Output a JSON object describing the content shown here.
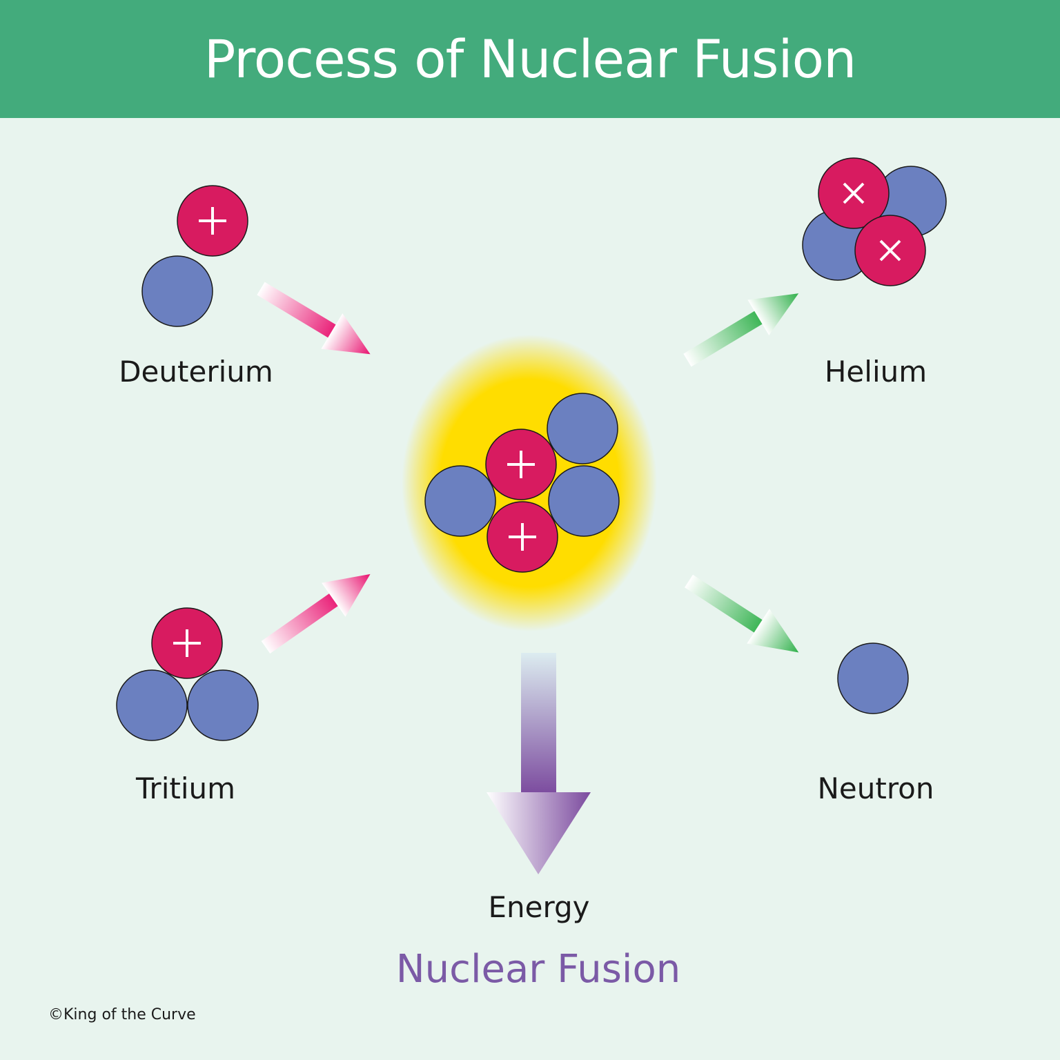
{
  "title": "Process of Nuclear Fusion",
  "reactants": [
    {
      "label": "Deuterium",
      "protons": 1,
      "neutrons": 1
    },
    {
      "label": "Tritium",
      "protons": 1,
      "neutrons": 2
    }
  ],
  "products": [
    {
      "label": "Helium",
      "protons": 2,
      "neutrons": 2
    },
    {
      "label": "Neutron",
      "protons": 0,
      "neutrons": 1
    }
  ],
  "energy_label": "Energy",
  "subtitle": "Nuclear Fusion",
  "copyright": "©King of the Curve",
  "colors": {
    "header": "#43ab7c",
    "background": "#e8f4ee",
    "proton": "#d81b60",
    "neutron": "#6b80c0",
    "reactant_arrow": "#e8126f",
    "product_arrow": "#2fb04a",
    "energy_arrow": "#7b4a9e",
    "glow": "#ffdd00",
    "subtitle": "#7b5aa6"
  }
}
